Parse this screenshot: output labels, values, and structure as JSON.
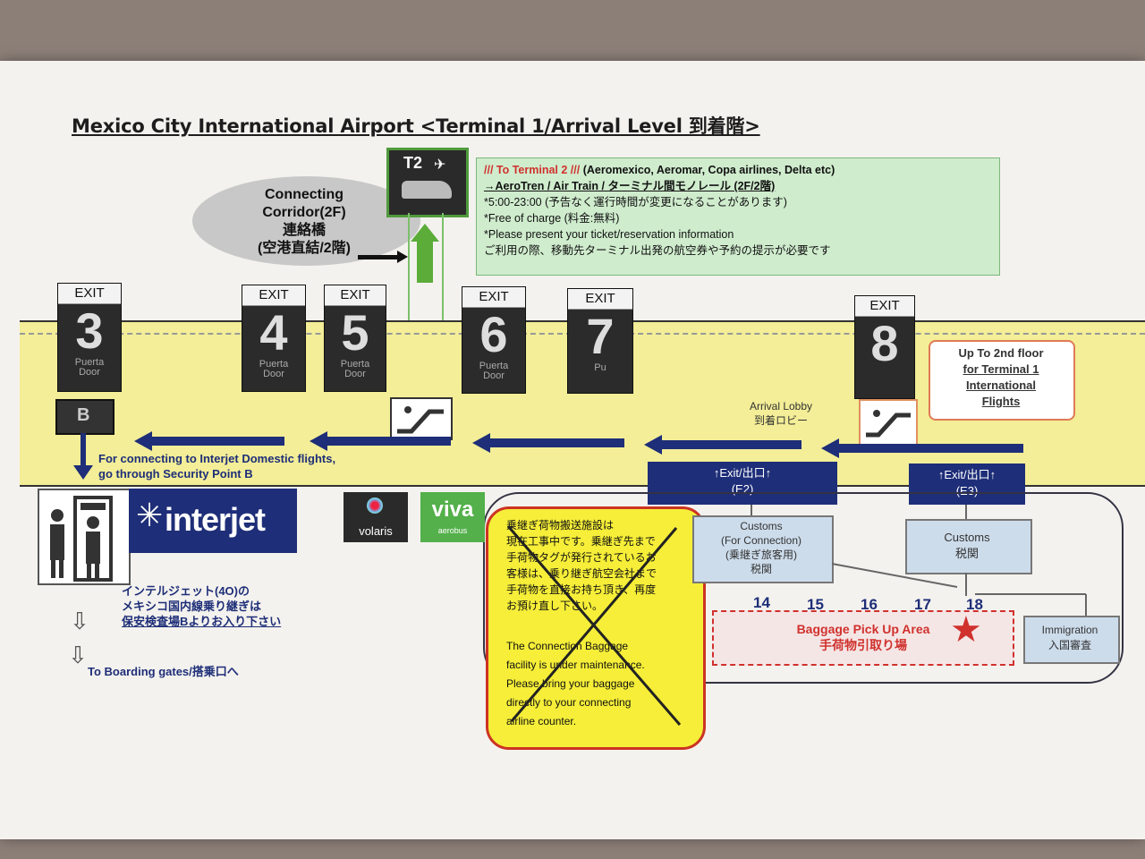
{
  "title": "Mexico City International Airport <Terminal 1/Arrival Level 到着階>",
  "corridor": {
    "line1": "Connecting",
    "line2": "Corridor(2F)",
    "line3": "連絡橋",
    "line4": "(空港直結/2階)"
  },
  "t2_sign": "T2",
  "terminal2_info": {
    "heading": "/// To Terminal 2 ///",
    "airlines": "(Aeromexico, Aeromar, Copa airlines, Delta etc)",
    "train": "→AeroTren / Air Train / ターミナル間モノレール (2F/2階)",
    "hours": "*5:00-23:00 (予告なく運行時間が変更になることがあります)",
    "free": "*Free of charge (料金:無料)",
    "ticket": "*Please present your ticket/reservation information",
    "ticket_jp": "ご利用の際、移動先ターミナル出発の航空券や予約の提示が必要です"
  },
  "gates": [
    {
      "exit": "EXIT",
      "number": "3",
      "sub1": "Puerta",
      "sub2": "Door"
    },
    {
      "exit": "EXIT",
      "number": "4",
      "sub1": "Puerta",
      "sub2": "Door"
    },
    {
      "exit": "EXIT",
      "number": "5",
      "sub1": "Puerta",
      "sub2": "Door"
    },
    {
      "exit": "EXIT",
      "number": "6",
      "sub1": "Puerta",
      "sub2": "Door"
    },
    {
      "exit": "EXIT",
      "number": "7",
      "sub1": "Pu",
      "sub2": ""
    },
    {
      "exit": "EXIT",
      "number": "8",
      "sub1": "",
      "sub2": ""
    }
  ],
  "security_letter": "B",
  "up_label": "UP",
  "up_2nd_floor": {
    "line1": "Up To 2nd floor",
    "line2": "for Terminal 1",
    "line3": "International",
    "line4": "Flights"
  },
  "arrival_lobby": {
    "en": "Arrival Lobby",
    "jp": "到着ロビー"
  },
  "interjet_note": {
    "line1": "For connecting to Interjet Domestic flights,",
    "line2": "go through Security Point B"
  },
  "exit_e2": {
    "line1": "↑Exit/出口↑",
    "line2": "(E2)"
  },
  "exit_e3": {
    "line1": "↑Exit/出口↑",
    "line2": "(E3)"
  },
  "interjet_logo": "interjet",
  "volaris_logo": "volaris",
  "viva_logo": {
    "main": "viva",
    "sub": "aerobus"
  },
  "interjet_jp": {
    "line1": "インテルジェット(4O)の",
    "line2": "メキシコ国内線乗り継ぎは",
    "line3": "保安検査場Bよりお入り下さい"
  },
  "boarding": "To Boarding gates/搭乗口へ",
  "notice_jp": [
    "乗継ぎ荷物搬送施設は",
    "現在工事中です。乗継ぎ先まで",
    "手荷物タグが発行されているお",
    "客様は、乗り継ぎ航空会社まで",
    "手荷物を直接お持ち頂き、再度",
    "お預け直し下さい。"
  ],
  "notice_en": [
    "The Connection Baggage",
    "facility is under maintenance.",
    "Please bring your baggage",
    "directly to your connecting",
    "airline counter."
  ],
  "customs_e2": {
    "line1": "Customs",
    "line2": "(For Connection)",
    "line3": "(乗継ぎ旅客用)",
    "line4": "税関"
  },
  "customs_e3": {
    "line1": "Customs",
    "line2": "税関"
  },
  "carousels": [
    "14",
    "15",
    "16",
    "17",
    "18"
  ],
  "baggage": {
    "en": "Baggage Pick Up Area",
    "jp": "手荷物引取り場"
  },
  "immigration": {
    "en": "Immigration",
    "jp": "入国審査"
  },
  "colors": {
    "band": "#f3ee97",
    "navy": "#1e2e78",
    "green_arrow": "#5cac3a",
    "notice": "#f6ee38",
    "red": "#d0312d"
  },
  "icons": [
    "train-icon",
    "plane-icon",
    "escalator-icon",
    "security-gate-icon",
    "star-icon",
    "down-arrow-icon"
  ]
}
